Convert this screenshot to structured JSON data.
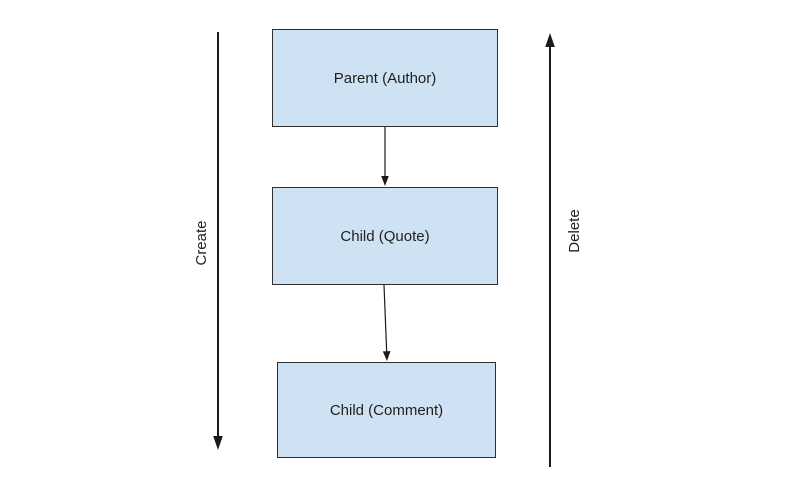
{
  "diagram": {
    "background_color": "#ffffff",
    "node_fill_color": "#cfe2f3",
    "node_border_color": "#2f2f2f",
    "line_color": "#1a1a1a",
    "nodes": [
      {
        "label": "Parent (Author)"
      },
      {
        "label": "Child (Quote)"
      },
      {
        "label": "Child (Comment)"
      }
    ],
    "connectors": [
      {
        "from": "Parent (Author)",
        "to": "Child (Quote)",
        "direction": "down"
      },
      {
        "from": "Child (Quote)",
        "to": "Child (Comment)",
        "direction": "down"
      }
    ],
    "side_arrows": [
      {
        "label": "Create",
        "direction": "down",
        "side": "left"
      },
      {
        "label": "Delete",
        "direction": "up",
        "side": "right"
      }
    ]
  }
}
